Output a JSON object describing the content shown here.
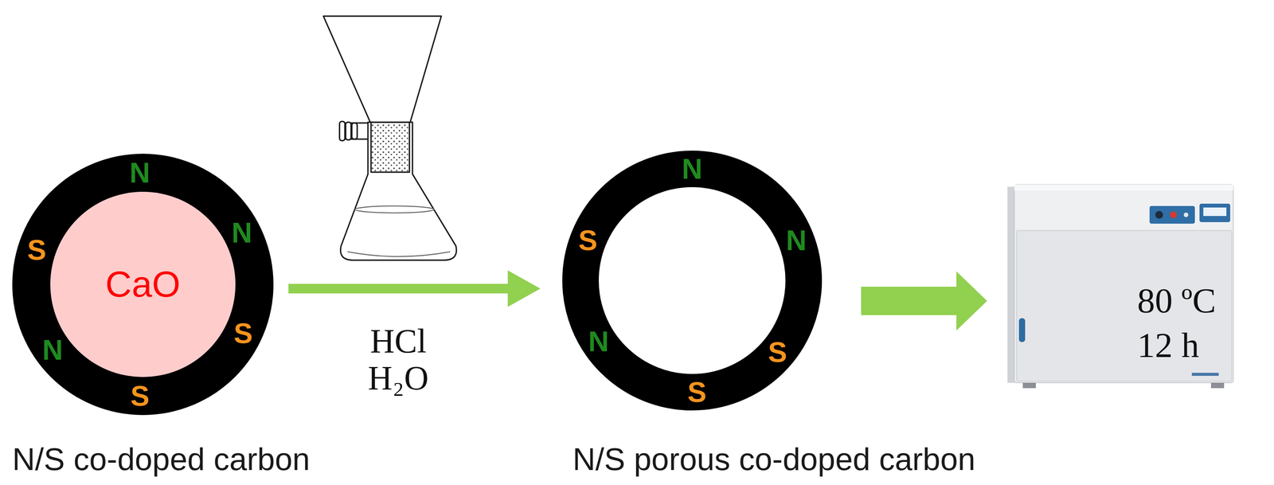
{
  "diagram": {
    "nodes": [
      {
        "text": [
          "N/S co-doped carbon"
        ]
      },
      {
        "text": [
          "CaO"
        ],
        "in": 0
      },
      {
        "text": [
          "N/S porous co-doped carbon"
        ]
      },
      {
        "text": [
          "80 ºC",
          "12 h"
        ]
      }
    ],
    "edges": [
      {
        "from": 0,
        "to": 2,
        "arrow": "to",
        "label": "HCl H₂O"
      },
      {
        "from": 2,
        "to": 3,
        "arrow": "to"
      }
    ],
    "labels": [
      "N",
      "N",
      "S",
      "S",
      "N",
      "S",
      "N",
      "S",
      "N",
      "N",
      "S",
      "S"
    ]
  }
}
